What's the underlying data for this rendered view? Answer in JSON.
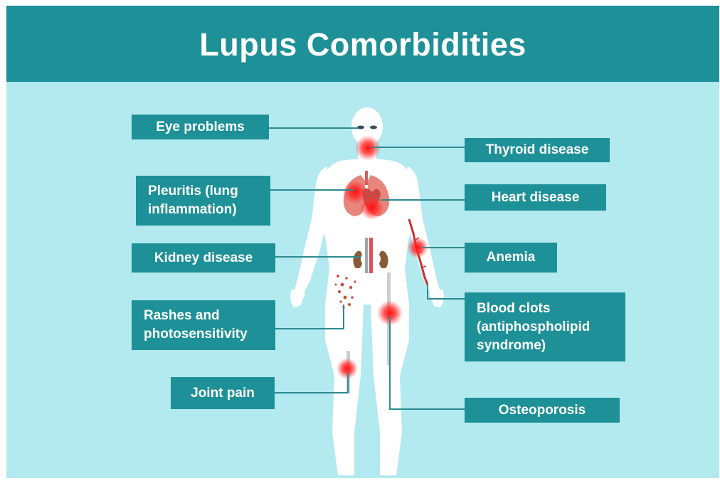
{
  "title": "Lupus Comorbidities",
  "colors": {
    "header_bg": "#1e9097",
    "panel_bg": "#b2eaf0",
    "label_bg": "#1e9097",
    "label_text": "#ffffff",
    "leader_line": "#2f8a90",
    "hotspot": "#ff1a1a"
  },
  "left_labels": [
    {
      "id": "eye",
      "text": "Eye problems"
    },
    {
      "id": "pleuritis",
      "text": "Pleuritis (lung\ninflammation)"
    },
    {
      "id": "kidney",
      "text": "Kidney disease"
    },
    {
      "id": "rashes",
      "text": "Rashes and\nphotosensitivity"
    },
    {
      "id": "joint",
      "text": "Joint pain"
    }
  ],
  "right_labels": [
    {
      "id": "thyroid",
      "text": "Thyroid disease"
    },
    {
      "id": "heart",
      "text": "Heart disease"
    },
    {
      "id": "anemia",
      "text": "Anemia"
    },
    {
      "id": "clots",
      "text": "Blood clots\n(antiphospholipid\nsyndrome)"
    },
    {
      "id": "osteoporosis",
      "text": "Osteoporosis"
    }
  ]
}
